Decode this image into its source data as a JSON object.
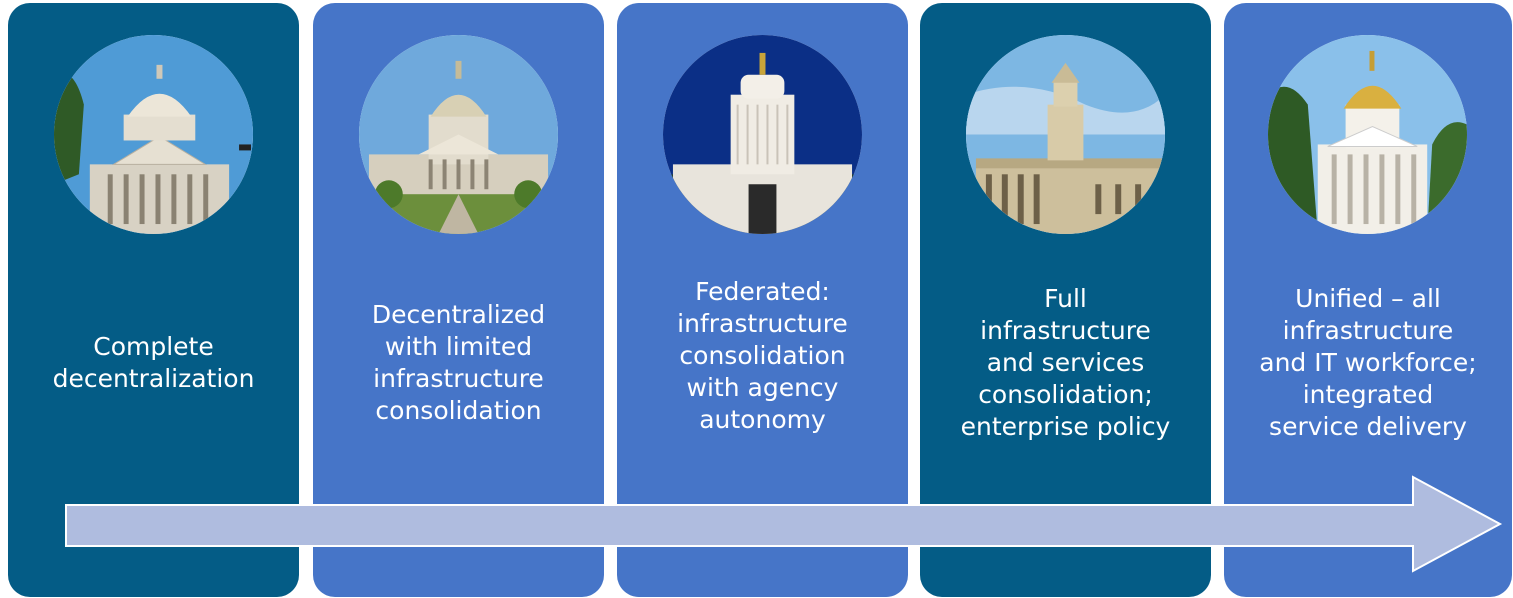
{
  "stages": [
    {
      "label": "Complete\ndecentralization",
      "photo": "state-capitol-dome-building",
      "color": "#045C86",
      "sky": "#4f9bd6"
    },
    {
      "label": "Decentralized\nwith limited\ninfrastructure\nconsolidation",
      "photo": "state-capitol-dome-building",
      "color": "#4675C8",
      "sky": "#6fa9dc"
    },
    {
      "label": "Federated:\ninfrastructure\nconsolidation\nwith agency\nautonomy",
      "photo": "state-capitol-tower-building",
      "color": "#4675C8",
      "sky": "#0b2f86"
    },
    {
      "label": "Full\ninfrastructure\nand services\nconsolidation;\nenterprise policy",
      "photo": "state-capitol-cupola-building",
      "color": "#045C86",
      "sky": "#7db7e3"
    },
    {
      "label": "Unified – all\ninfrastructure\nand IT workforce;\nintegrated\nservice delivery",
      "photo": "state-capitol-gold-dome-building",
      "color": "#4675C8",
      "sky": "#8ac0ea"
    }
  ],
  "arrow": {
    "fill": "#AFBCDF",
    "stroke": "#ffffff",
    "direction": "right"
  }
}
